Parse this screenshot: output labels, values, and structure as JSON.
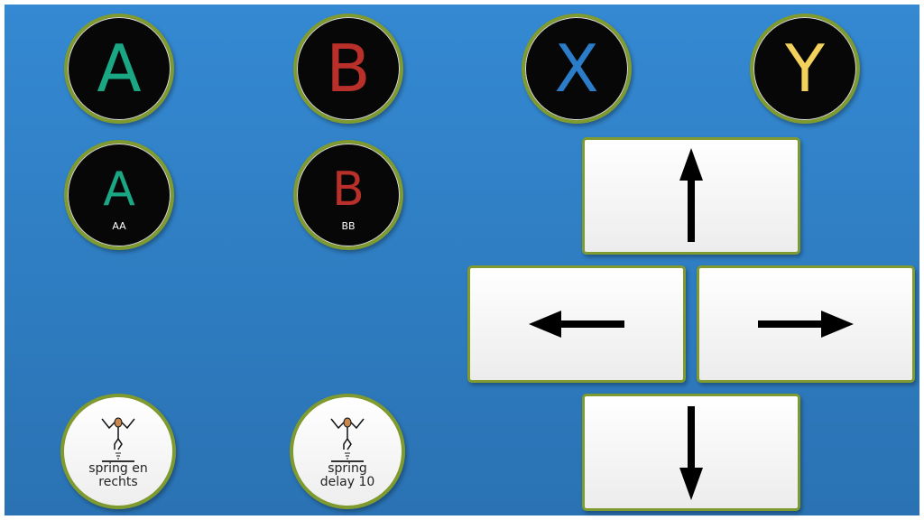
{
  "buttons": {
    "a": {
      "label": "A",
      "color": "#1aa783"
    },
    "b": {
      "label": "B",
      "color": "#b92f2a"
    },
    "x": {
      "label": "X",
      "color": "#2b7cc9"
    },
    "y": {
      "label": "Y",
      "color": "#f2d25c"
    },
    "aa": {
      "label": "A",
      "caption": "AA"
    },
    "bb": {
      "label": "B",
      "caption": "BB"
    }
  },
  "actions": [
    {
      "line1": "spring en",
      "line2": "rechts"
    },
    {
      "line1": "spring",
      "line2": "delay 10"
    }
  ],
  "arrows": [
    "up",
    "left",
    "right",
    "down"
  ]
}
